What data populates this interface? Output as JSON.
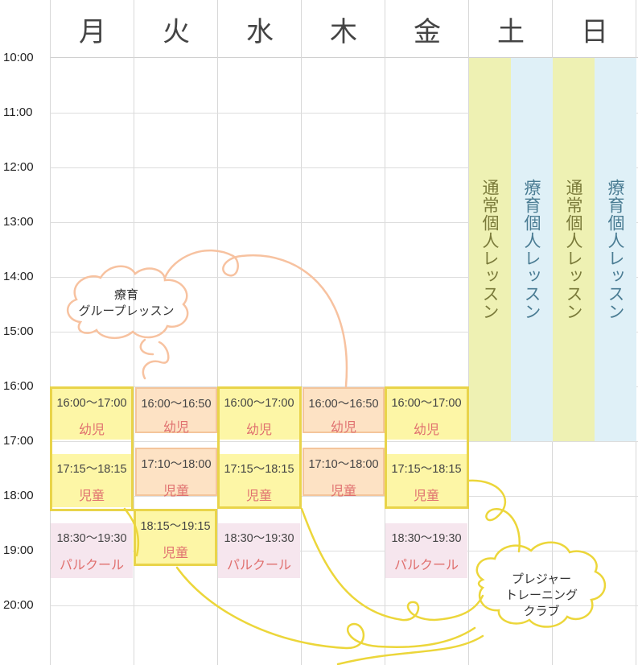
{
  "days": [
    "月",
    "火",
    "水",
    "木",
    "金",
    "土",
    "日"
  ],
  "times": [
    "10:00",
    "11:00",
    "12:00",
    "13:00",
    "14:00",
    "15:00",
    "16:00",
    "17:00",
    "18:00",
    "19:00",
    "20:00"
  ],
  "weekend": {
    "sat_a": "通常個人レッスン",
    "sat_b": "療育個人レッスン",
    "sun_a": "通常個人レッスン",
    "sun_b": "療育個人レッスン"
  },
  "slots": {
    "mon_1": {
      "time": "16:00〜17:00",
      "name": "幼児"
    },
    "mon_2": {
      "time": "17:15〜18:15",
      "name": "児童"
    },
    "mon_3": {
      "time": "18:30〜19:30",
      "name": "パルクール"
    },
    "tue_1": {
      "time": "16:00〜16:50",
      "name": "幼児"
    },
    "tue_2": {
      "time": "17:10〜18:00",
      "name": "児童"
    },
    "tue_3": {
      "time": "18:15〜19:15",
      "name": "児童"
    },
    "wed_1": {
      "time": "16:00〜17:00",
      "name": "幼児"
    },
    "wed_2": {
      "time": "17:15〜18:15",
      "name": "児童"
    },
    "wed_3": {
      "time": "18:30〜19:30",
      "name": "パルクール"
    },
    "thu_1": {
      "time": "16:00〜16:50",
      "name": "幼児"
    },
    "thu_2": {
      "time": "17:10〜18:00",
      "name": "児童"
    },
    "fri_1": {
      "time": "16:00〜17:00",
      "name": "幼児"
    },
    "fri_2": {
      "time": "17:15〜18:15",
      "name": "児童"
    },
    "fri_3": {
      "time": "18:30〜19:30",
      "name": "パルクール"
    }
  },
  "clouds": {
    "therapy_line1": "療育",
    "therapy_line2": "グループレッスン",
    "pleasure_line1": "プレジャー",
    "pleasure_line2": "トレーニング",
    "pleasure_line3": "クラブ"
  },
  "colors": {
    "yellow": "#fdf6a6",
    "yellow_border": "#e9d44a",
    "orange": "#fde2c4",
    "orange_border": "#f4c59b",
    "pink": "#f6e6ee",
    "sat_green": "#eef1b3",
    "blue": "#dff0f7",
    "label_red": "#e0706f"
  }
}
